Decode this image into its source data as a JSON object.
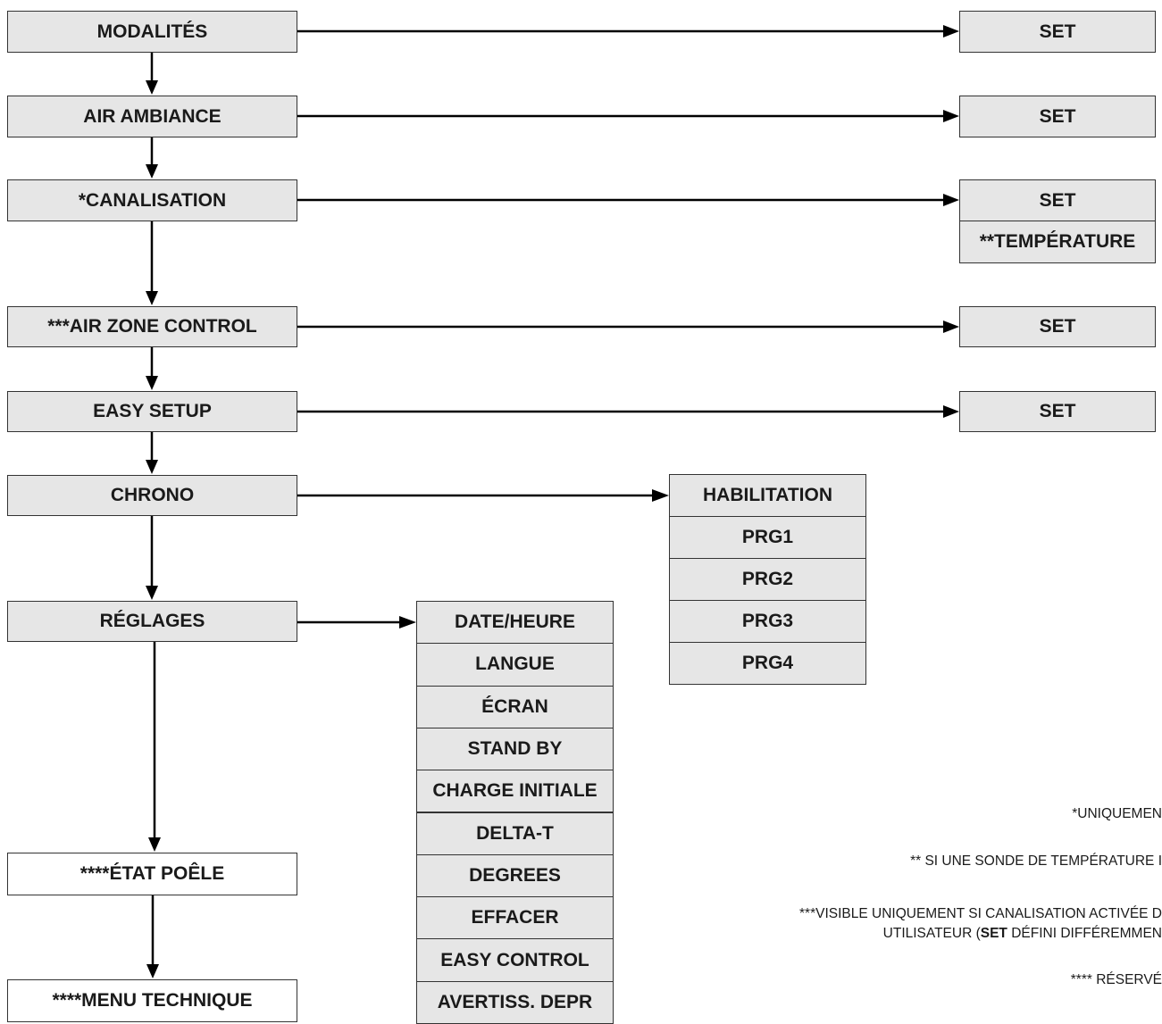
{
  "menu": {
    "modalites": "MODALITÉS",
    "air_ambiance": "AIR AMBIANCE",
    "canalisation": "*CANALISATION",
    "air_zone_control": "***AIR ZONE CONTROL",
    "easy_setup": "EASY SETUP",
    "chrono": "CHRONO",
    "reglages": "RÉGLAGES",
    "etat_poele": "****ÉTAT POÊLE",
    "menu_technique": "****MENU TECHNIQUE"
  },
  "targets": {
    "set_modalites": "SET",
    "set_air_ambiance": "SET",
    "set_canalisation": "SET",
    "temperature": "**TEMPÉRATURE",
    "set_air_zone": "SET",
    "set_easy_setup": "SET"
  },
  "chrono_items": [
    "HABILITATION",
    "PRG1",
    "PRG2",
    "PRG3",
    "PRG4"
  ],
  "reglages_items": [
    "DATE/HEURE",
    "LANGUE",
    "ÉCRAN",
    "STAND BY",
    "CHARGE INITIALE",
    "DELTA-T",
    "DEGREES",
    "EFFACER",
    "EASY CONTROL",
    "AVERTISS. DEPR"
  ],
  "notes": {
    "n1": "*UNIQUEMEN",
    "n2": "** SI UNE SONDE DE TEMPÉRATURE I",
    "n3_line1": "***VISIBLE UNIQUEMENT SI CANALISATION ACTIVÉE D",
    "n3_line2_pre": "UTILISATEUR (",
    "n3_line2_bold": "SET",
    "n3_line2_post": " DÉFINI DIFFÉREMMEN",
    "n4": "**** RÉSERVÉ"
  }
}
